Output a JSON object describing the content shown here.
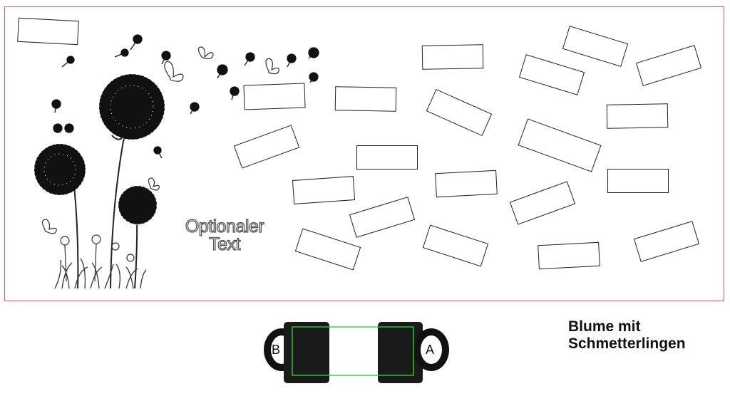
{
  "canvas": {
    "optional_text": "Optionaler Text",
    "border_color": "#e05a63"
  },
  "preview": {
    "side_left": "B",
    "side_right": "A",
    "print_area_color": "#33cc33",
    "mug_color": "#111111"
  },
  "product": {
    "title": "Blume mit Schmetterlingen"
  },
  "icons": [
    "dandelion-icon",
    "butterfly-icon",
    "grass-icon"
  ]
}
